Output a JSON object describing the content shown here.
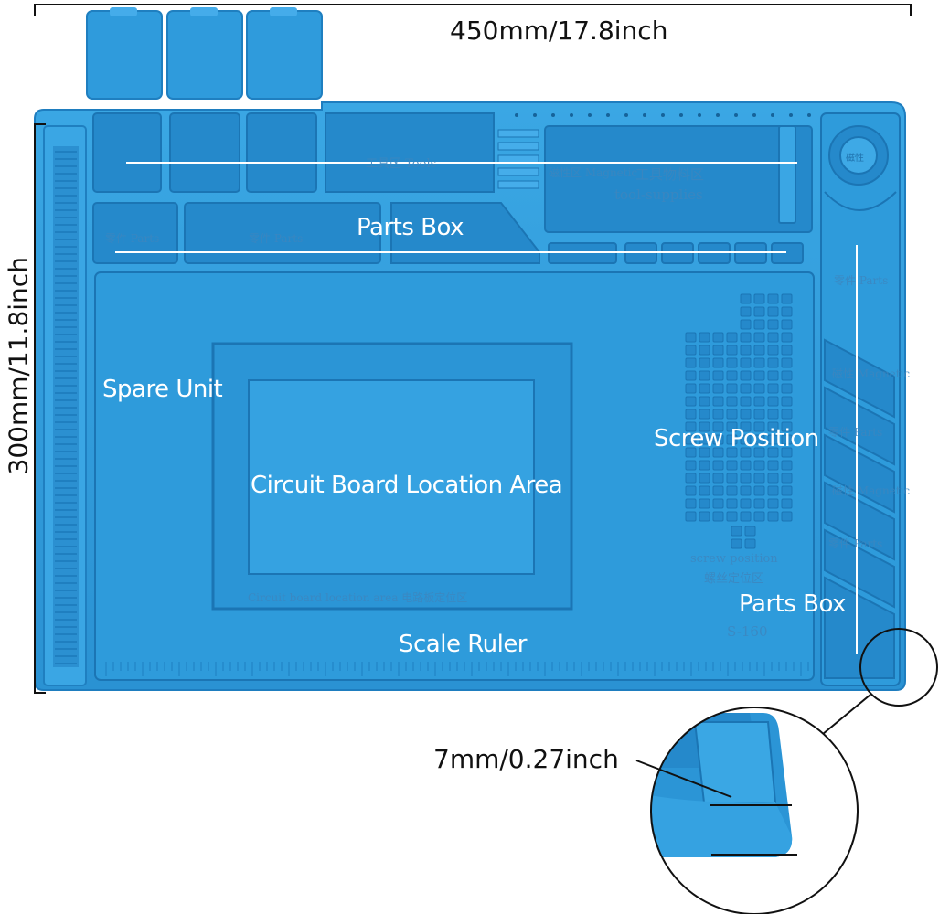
{
  "dimensions": {
    "width_label": "450mm/17.8inch",
    "height_label": "300mm/11.8inch",
    "thickness_label": "7mm/0.27inch"
  },
  "labels": {
    "parts_box_top": "Parts Box",
    "spare_unit": "Spare Unit",
    "circuit_board": "Circuit Board Location Area",
    "screw_position": "Screw Position",
    "parts_box_right": "Parts Box",
    "scale_ruler": "Scale Ruler"
  },
  "embossed": {
    "tools": "工具区 Tools",
    "magnetic": "磁性区 Magnetic",
    "tool_supplies_cn": "工具物料区",
    "tool_supplies_en": "tool-supplies",
    "parts_1": "零件 Parts",
    "parts_2": "零件 Parts",
    "parts_right_1": "零件 Parts",
    "parts_right_2": "零件 Parts",
    "parts_right_3": "零件 Parts",
    "magnetic_right_1": "磁性 Magnetic",
    "magnetic_right_2": "磁性 Magnetic",
    "circuit_embossed": "Circuit board location area 电路板定位区",
    "screw_embossed_en": "screw position",
    "screw_embossed_cn": "螺丝定位区",
    "model": "S-160",
    "magnet_label": "磁性"
  },
  "colors": {
    "mat": "#2e9bdb",
    "mat_dark": "#1f7fc0",
    "mat_light": "#4fb2ea",
    "lines": "#ffffff",
    "dimension_lines": "#111111"
  }
}
